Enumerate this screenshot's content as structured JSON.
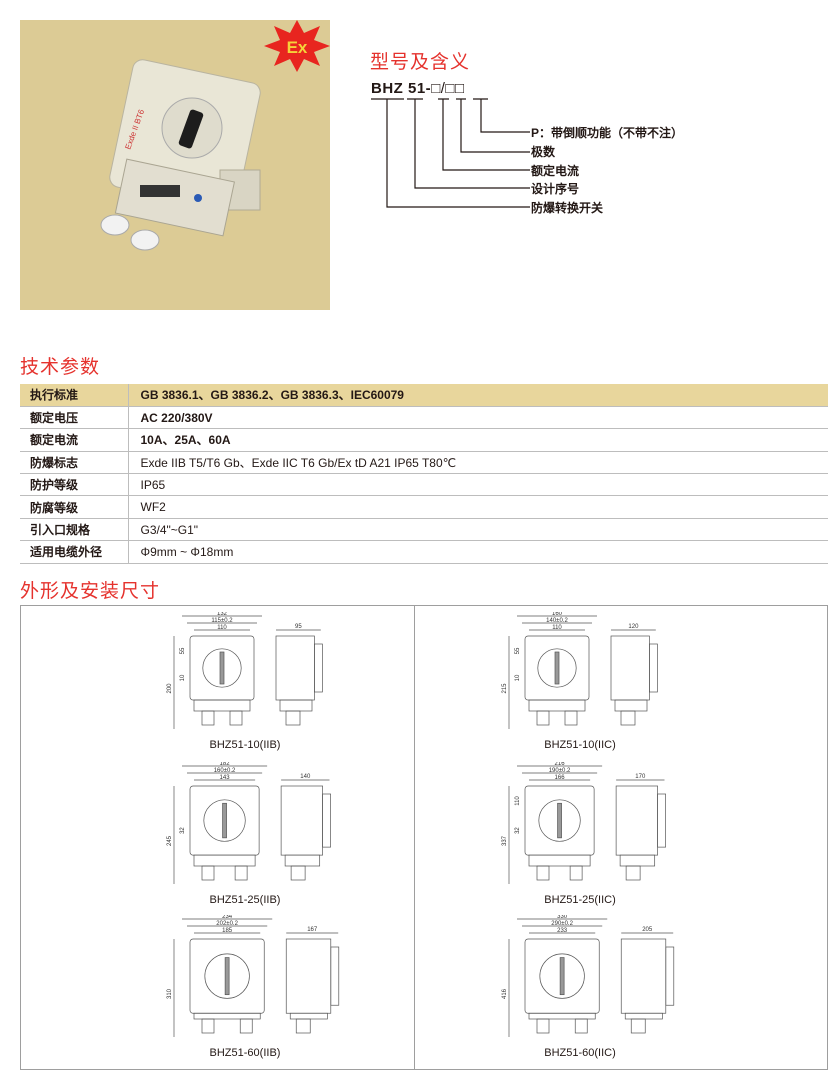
{
  "product_badge": "Ex",
  "model": {
    "title": "型号及含义",
    "code_prefix": "BHZ 51-",
    "code_boxes": "□/□□",
    "legend": [
      "P：带倒顺功能（不带不注）",
      "极数",
      "额定电流",
      "设计序号",
      "防爆转换开关"
    ]
  },
  "specs": {
    "title": "技术参数",
    "rows": [
      {
        "k": "执行标准",
        "v": "GB 3836.1、GB 3836.2、GB 3836.3、IEC60079"
      },
      {
        "k": "额定电压",
        "v": "AC 220/380V"
      },
      {
        "k": "额定电流",
        "v": "10A、25A、60A"
      },
      {
        "k": "防爆标志",
        "v": "Exde IIB T5/T6 Gb、Exde IIC T6 Gb/Ex tD A21 IP65 T80℃"
      },
      {
        "k": "防护等级",
        "v": "IP65"
      },
      {
        "k": "防腐等级",
        "v": "WF2"
      },
      {
        "k": "引入口规格",
        "v": "G3/4\"~G1\""
      },
      {
        "k": "适用电缆外径",
        "v": "Φ9mm ~ Φ18mm"
      }
    ]
  },
  "dimensions": {
    "title": "外形及安装尺寸",
    "drawings": [
      {
        "caption": "BHZ51-10(IIB)",
        "w1": "132",
        "w2": "115±0.2",
        "w3": "110",
        "side": "95",
        "h": "200",
        "h1": "55",
        "h2": "10"
      },
      {
        "caption": "BHZ51-10(IIC)",
        "w1": "160",
        "w2": "140±0.2",
        "w3": "110",
        "side": "120",
        "h": "215",
        "h1": "55",
        "h2": "10"
      },
      {
        "caption": "BHZ51-25(IIB)",
        "w1": "182",
        "w2": "160±0.2",
        "w3": "143",
        "side": "140",
        "h": "245",
        "h1": "",
        "h2": "32"
      },
      {
        "caption": "BHZ51-25(IIC)",
        "w1": "216",
        "w2": "190±0.2",
        "w3": "166",
        "side": "170",
        "h": "337",
        "h1": "110",
        "h2": "32"
      },
      {
        "caption": "BHZ51-60(IIB)",
        "w1": "234",
        "w2": "202±0.2",
        "w3": "185",
        "side": "167",
        "h": "310",
        "h1": "",
        "h2": ""
      },
      {
        "caption": "BHZ51-60(IIC)",
        "w1": "330",
        "w2": "290±0.2",
        "w3": "233",
        "side": "205",
        "h": "416",
        "h1": "",
        "h2": ""
      }
    ]
  }
}
